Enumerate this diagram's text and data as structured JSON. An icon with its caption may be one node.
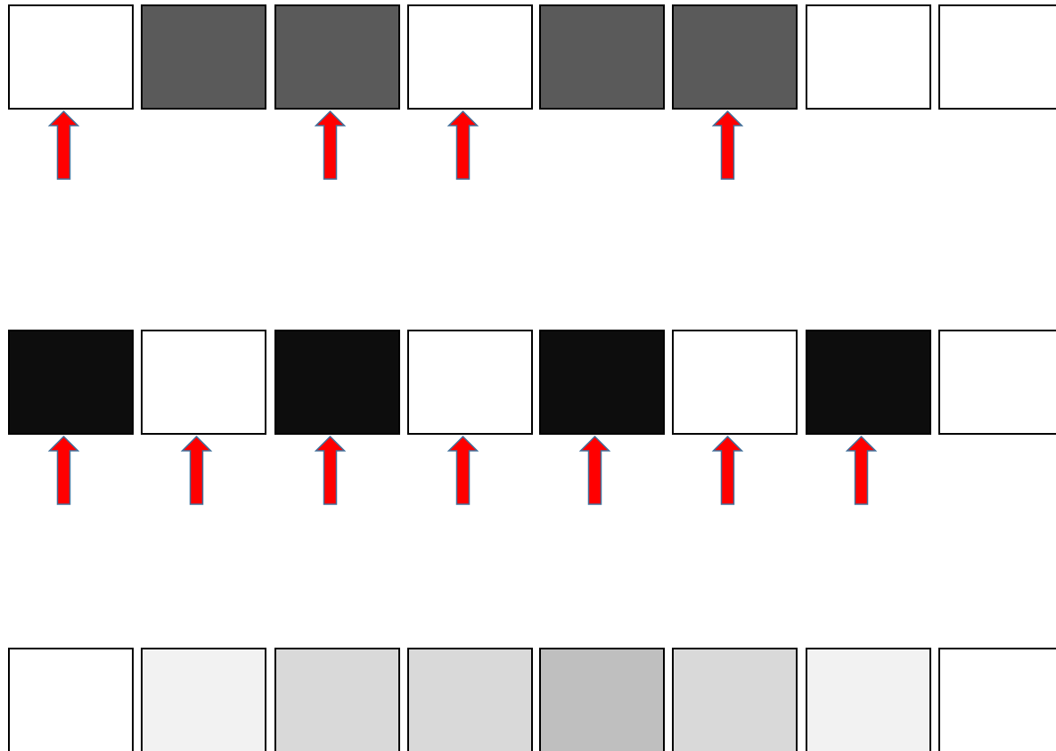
{
  "diagram": {
    "nodes": [
      {
        "text": [],
        "shape": "box"
      },
      {
        "text": [],
        "shape": "box"
      },
      {
        "text": [],
        "shape": "box"
      },
      {
        "text": [],
        "shape": "box"
      },
      {
        "text": [],
        "shape": "box"
      },
      {
        "text": [],
        "shape": "box"
      },
      {
        "text": [],
        "shape": "box"
      },
      {
        "text": [],
        "shape": "box"
      },
      {
        "text": [],
        "shape": "box"
      },
      {
        "text": [],
        "shape": "box"
      },
      {
        "text": [],
        "shape": "box"
      },
      {
        "text": [],
        "shape": "box"
      },
      {
        "text": [],
        "shape": "box"
      },
      {
        "text": [],
        "shape": "box"
      },
      {
        "text": [],
        "shape": "box"
      },
      {
        "text": [],
        "shape": "box"
      },
      {
        "text": [],
        "shape": "box"
      },
      {
        "text": [],
        "shape": "box"
      },
      {
        "text": [],
        "shape": "box"
      },
      {
        "text": [],
        "shape": "box"
      },
      {
        "text": [],
        "shape": "box"
      },
      {
        "text": [],
        "shape": "box"
      },
      {
        "text": [],
        "shape": "box"
      },
      {
        "text": [],
        "shape": "box"
      }
    ],
    "edges": [
      {
        "from": null,
        "to": 0,
        "arrow": "to"
      },
      {
        "from": null,
        "to": 2,
        "arrow": "to"
      },
      {
        "from": null,
        "to": 3,
        "arrow": "to"
      },
      {
        "from": null,
        "to": 5,
        "arrow": "to"
      },
      {
        "from": null,
        "to": 8,
        "arrow": "to"
      },
      {
        "from": null,
        "to": 9,
        "arrow": "to"
      },
      {
        "from": null,
        "to": 10,
        "arrow": "to"
      },
      {
        "from": null,
        "to": 11,
        "arrow": "to"
      },
      {
        "from": null,
        "to": 12,
        "arrow": "to"
      },
      {
        "from": null,
        "to": 13,
        "arrow": "to"
      },
      {
        "from": null,
        "to": 14,
        "arrow": "to"
      }
    ]
  }
}
